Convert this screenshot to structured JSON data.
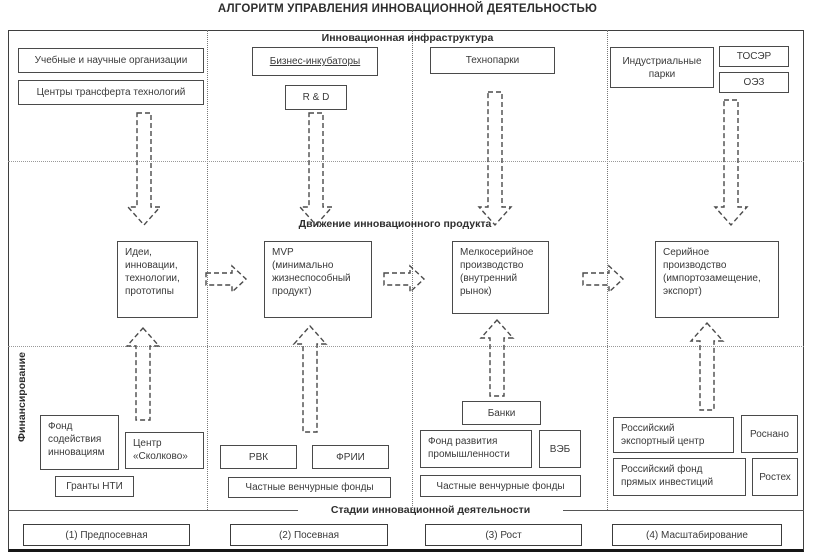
{
  "title": "АЛГОРИТМ УПРАВЛЕНИЯ ИННОВАЦИОННОЙ ДЕЯТЕЛЬНОСТЬЮ",
  "labels": {
    "infrastructure": "Инновационная инфраструктура",
    "product_flow": "Движение инновационного продукта",
    "financing": "Финансирование",
    "stages": "Стадии инновационной деятельности"
  },
  "infrastructure": {
    "edu_science_orgs": "Учебные и научные организации",
    "tech_transfer_centers": "Центры трансферта технологий",
    "business_incubators": "Бизнес-инкубаторы",
    "rnd": "R & D",
    "technoparks": "Технопарки",
    "industrial_parks": "Индустриальные парки",
    "toser": "ТОСЭР",
    "oez": "ОЭЗ"
  },
  "product_stages": {
    "ideas": "Идеи,\nинновации,\nтехнологии,\nпрототипы",
    "mvp": "MVP\n(минимально\nжизнеспособный\nпродукт)",
    "small_batch": "Мелкосерийное\nпроизводство\n(внутренний\nрынок)",
    "serial": "Серийное\nпроизводство\n(импортозамещение,\nэкспорт)"
  },
  "financing": {
    "innovation_fund": "Фонд\nсодействия\nинновациям",
    "skolkovo": "Центр\n«Сколково»",
    "nti_grants": "Гранты НТИ",
    "rvc": "РВК",
    "iidf": "ФРИИ",
    "private_venture_seed": "Частные венчурные фонды",
    "banks": "Банки",
    "industry_dev_fund": "Фонд развития\nпромышленности",
    "veb": "ВЭБ",
    "private_venture_growth": "Частные венчурные фонды",
    "export_center": "Российский\nэкспортный центр",
    "rosnano": "Роснано",
    "direct_invest_fund": "Российский фонд\nпрямых инвестиций",
    "rostec": "Ростех"
  },
  "stages": [
    "(1) Предпосевная",
    "(2) Посевная",
    "(3) Рост",
    "(4) Масштабирование"
  ],
  "colors": {
    "ink": "#3a3a3a",
    "border": "#4a4a4a"
  }
}
